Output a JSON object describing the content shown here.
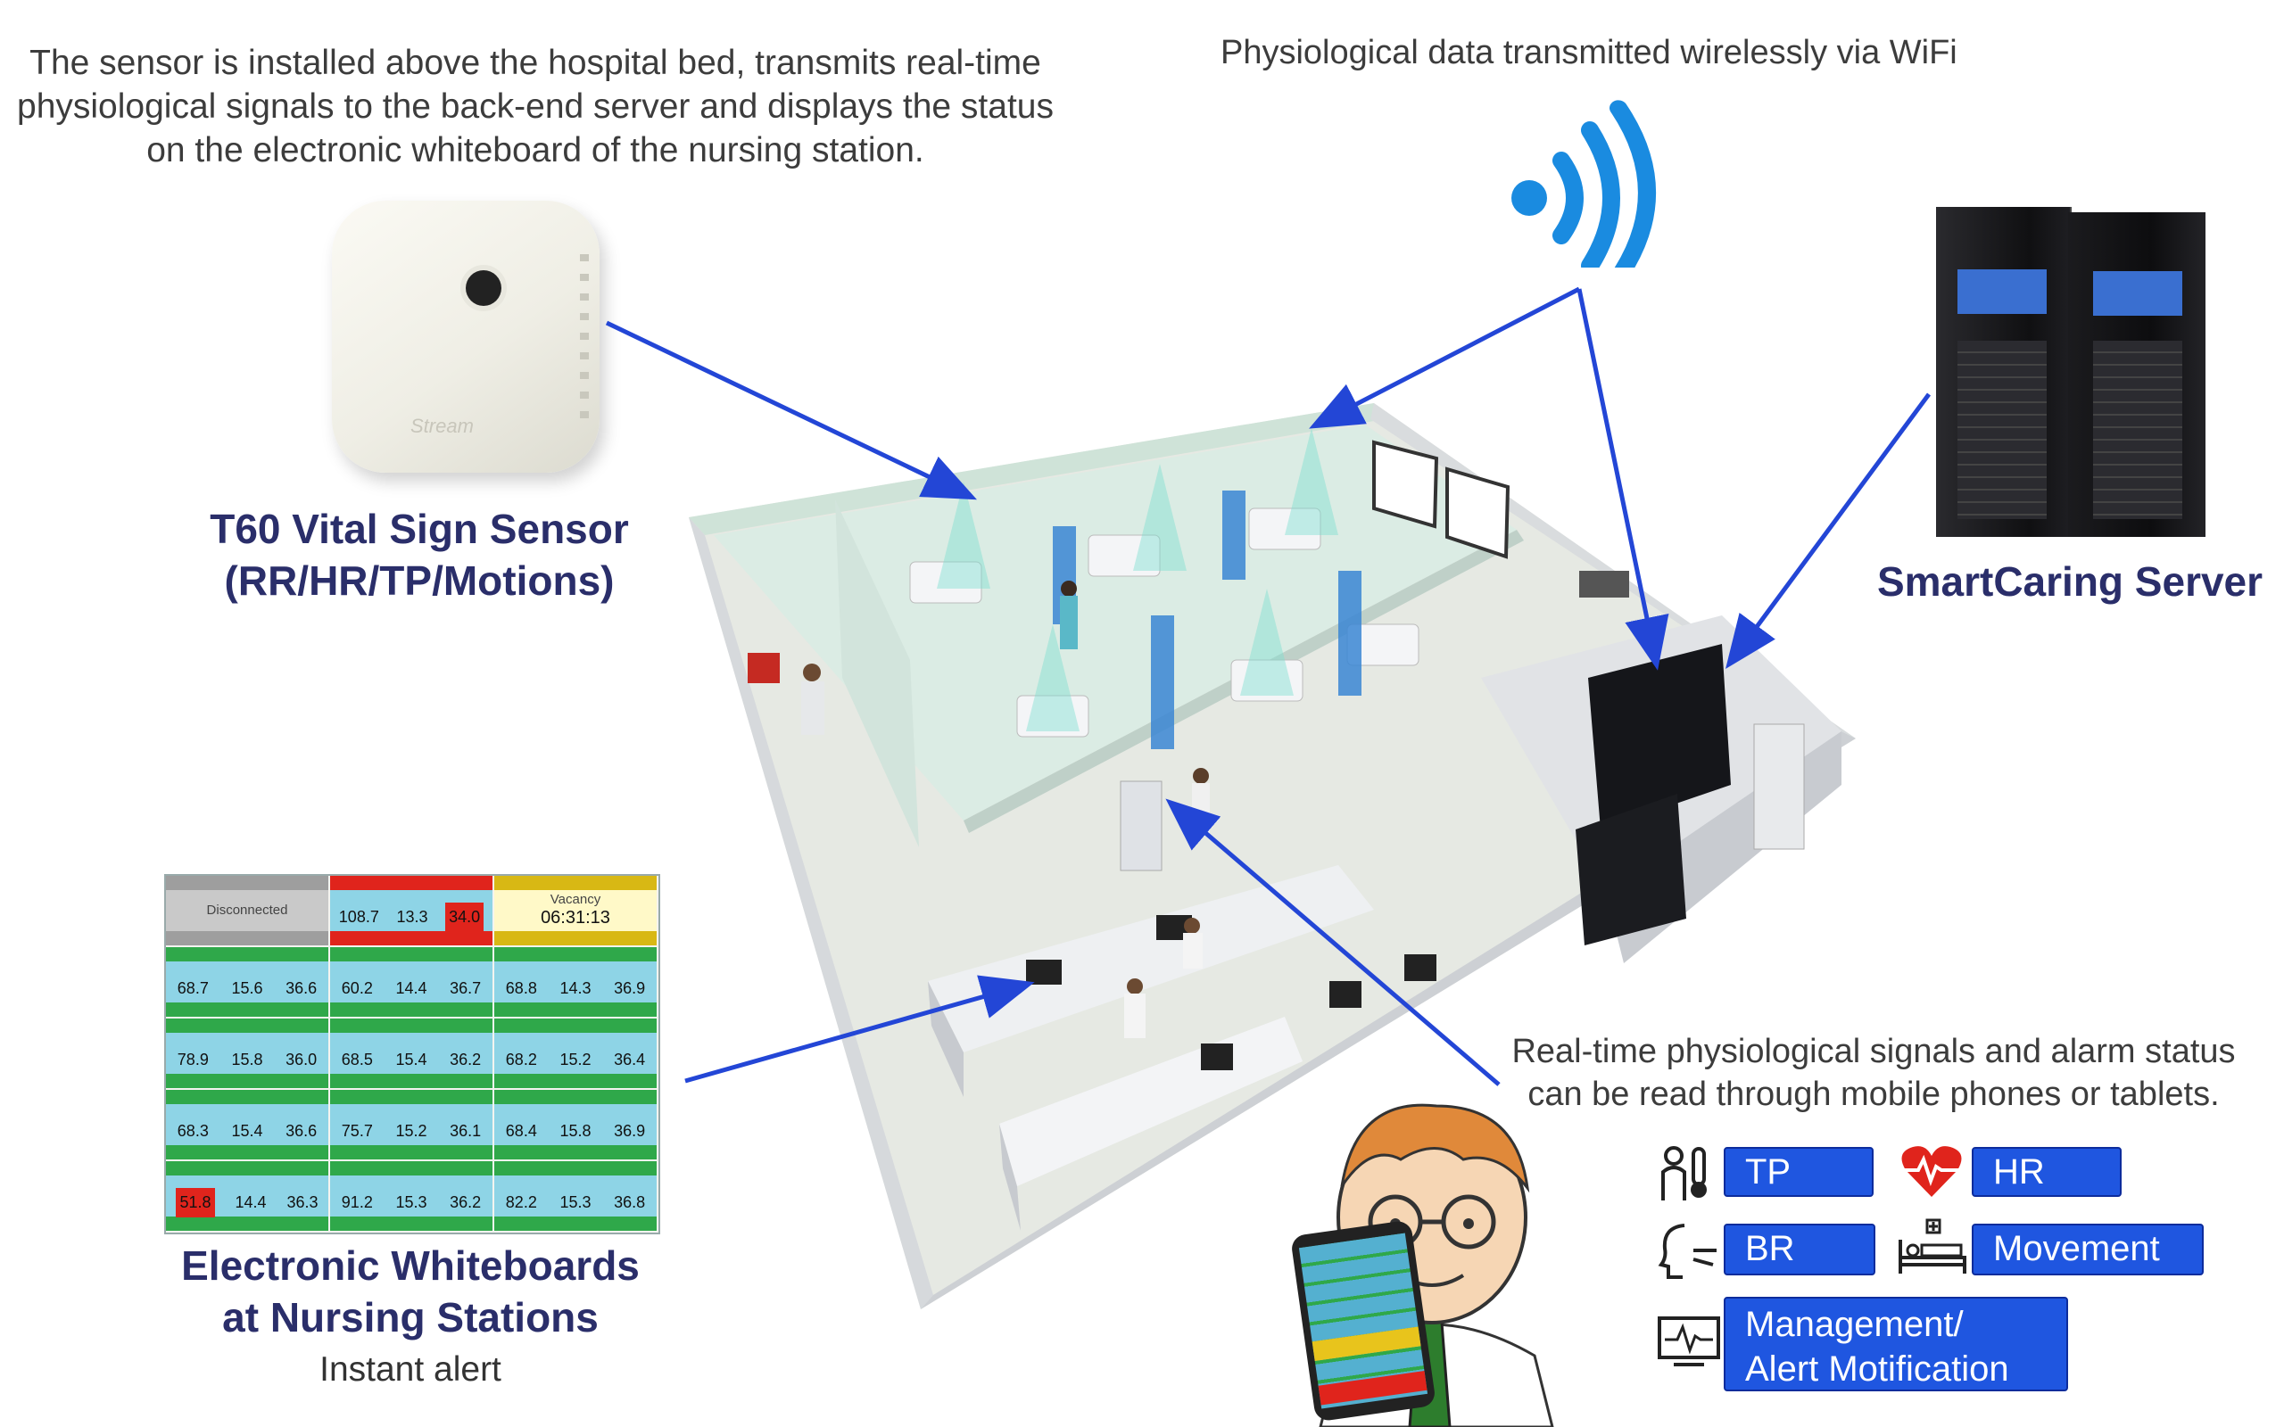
{
  "texts": {
    "sensor_desc": [
      "The sensor is installed above the hospital bed, transmits real-time",
      "physiological signals to the back-end server and displays the status",
      "on the electronic whiteboard of the nursing station."
    ],
    "wifi_caption": "Physiological data transmitted wirelessly via WiFi",
    "sensor_title": [
      "T60 Vital Sign Sensor",
      "(RR/HR/TP/Motions)"
    ],
    "sensor_logo": "Stream",
    "server_title": "SmartCaring Server",
    "whiteboard_title": [
      "Electronic Whiteboards",
      "at Nursing Stations"
    ],
    "whiteboard_sub": "Instant alert",
    "mobile_desc": [
      "Real-time physiological signals and alarm status",
      "can be read through mobile phones or tablets."
    ]
  },
  "badges": {
    "tp": "TP",
    "hr": "HR",
    "br": "BR",
    "movement": "Movement",
    "management": [
      "Management/",
      "Alert Motification"
    ]
  },
  "whiteboard": {
    "cells": [
      {
        "status": "gray",
        "label": "Disconnected",
        "vals": []
      },
      {
        "status": "red",
        "vals": [
          "108.7",
          "13.3",
          "34.0"
        ]
      },
      {
        "status": "yellow",
        "label": "Vacancy",
        "clock": "06:31:13",
        "vals": []
      },
      {
        "status": "green",
        "vals": [
          "68.7",
          "15.6",
          "36.6"
        ]
      },
      {
        "status": "green",
        "vals": [
          "60.2",
          "14.4",
          "36.7"
        ]
      },
      {
        "status": "green",
        "vals": [
          "68.8",
          "14.3",
          "36.9"
        ]
      },
      {
        "status": "green",
        "vals": [
          "78.9",
          "15.8",
          "36.0"
        ]
      },
      {
        "status": "green",
        "vals": [
          "68.5",
          "15.4",
          "36.2"
        ]
      },
      {
        "status": "green",
        "vals": [
          "68.2",
          "15.2",
          "36.4"
        ]
      },
      {
        "status": "green",
        "vals": [
          "68.3",
          "15.4",
          "36.6"
        ]
      },
      {
        "status": "green",
        "vals": [
          "75.7",
          "15.2",
          "36.1"
        ]
      },
      {
        "status": "green",
        "vals": [
          "68.4",
          "15.8",
          "36.9"
        ]
      },
      {
        "status": "green-red",
        "vals": [
          "51.8",
          "14.4",
          "36.3"
        ]
      },
      {
        "status": "green",
        "vals": [
          "91.2",
          "15.3",
          "36.2"
        ]
      },
      {
        "status": "green",
        "vals": [
          "82.2",
          "15.3",
          "36.8"
        ]
      }
    ]
  },
  "colors": {
    "badge_blue": "#1f56e0",
    "arrow_blue": "#2346d6",
    "wifi_blue": "#1a8be0",
    "title_navy": "#2a2e6a",
    "alert_red": "#e0241c",
    "ok_green": "#2fa84a",
    "warn_yellow": "#d8b814"
  }
}
